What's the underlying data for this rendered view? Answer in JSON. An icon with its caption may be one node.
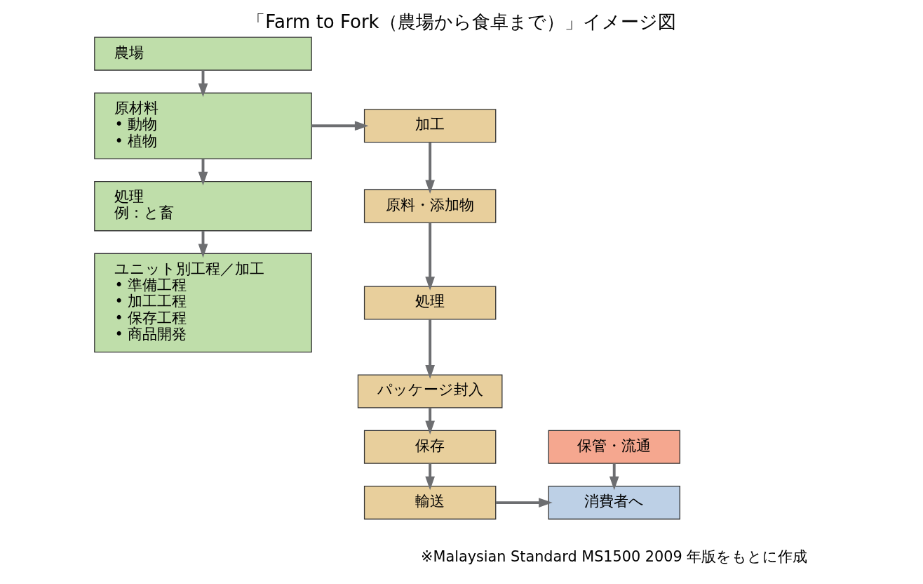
{
  "diagram": {
    "title": "「Farm to Fork（農場から食卓まで）」イメージ図",
    "caption": "※Malaysian Standard MS1500 2009 年版をもとに作成",
    "nodes": [
      {
        "text": [
          "農場"
        ]
      },
      {
        "text": [
          "原材料",
          "• 動物",
          "• 植物"
        ]
      },
      {
        "text": [
          "処理",
          "例：と畜"
        ]
      },
      {
        "text": [
          "ユニット別工程／加工",
          "• 準備工程",
          "• 加工工程",
          "• 保存工程",
          "• 商品開発"
        ]
      },
      {
        "text": [
          "加工"
        ]
      },
      {
        "text": [
          "原料・添加物"
        ]
      },
      {
        "text": [
          "処理"
        ]
      },
      {
        "text": [
          "パッケージ封入"
        ]
      },
      {
        "text": [
          "保存"
        ]
      },
      {
        "text": [
          "輸送"
        ]
      },
      {
        "text": [
          "保管・流通"
        ]
      },
      {
        "text": [
          "消費者へ"
        ]
      }
    ],
    "edges": [
      {
        "from": 0,
        "to": 1,
        "arrow": "to"
      },
      {
        "from": 1,
        "to": 2,
        "arrow": "to"
      },
      {
        "from": 2,
        "to": 3,
        "arrow": "to"
      },
      {
        "from": 1,
        "to": 4,
        "arrow": "to"
      },
      {
        "from": 4,
        "to": 5,
        "arrow": "to"
      },
      {
        "from": 5,
        "to": 6,
        "arrow": "to"
      },
      {
        "from": 6,
        "to": 7,
        "arrow": "to"
      },
      {
        "from": 7,
        "to": 8,
        "arrow": "to"
      },
      {
        "from": 8,
        "to": 9,
        "arrow": "to"
      },
      {
        "from": 9,
        "to": 11,
        "arrow": "to"
      },
      {
        "from": 10,
        "to": 11,
        "arrow": "to"
      }
    ]
  }
}
